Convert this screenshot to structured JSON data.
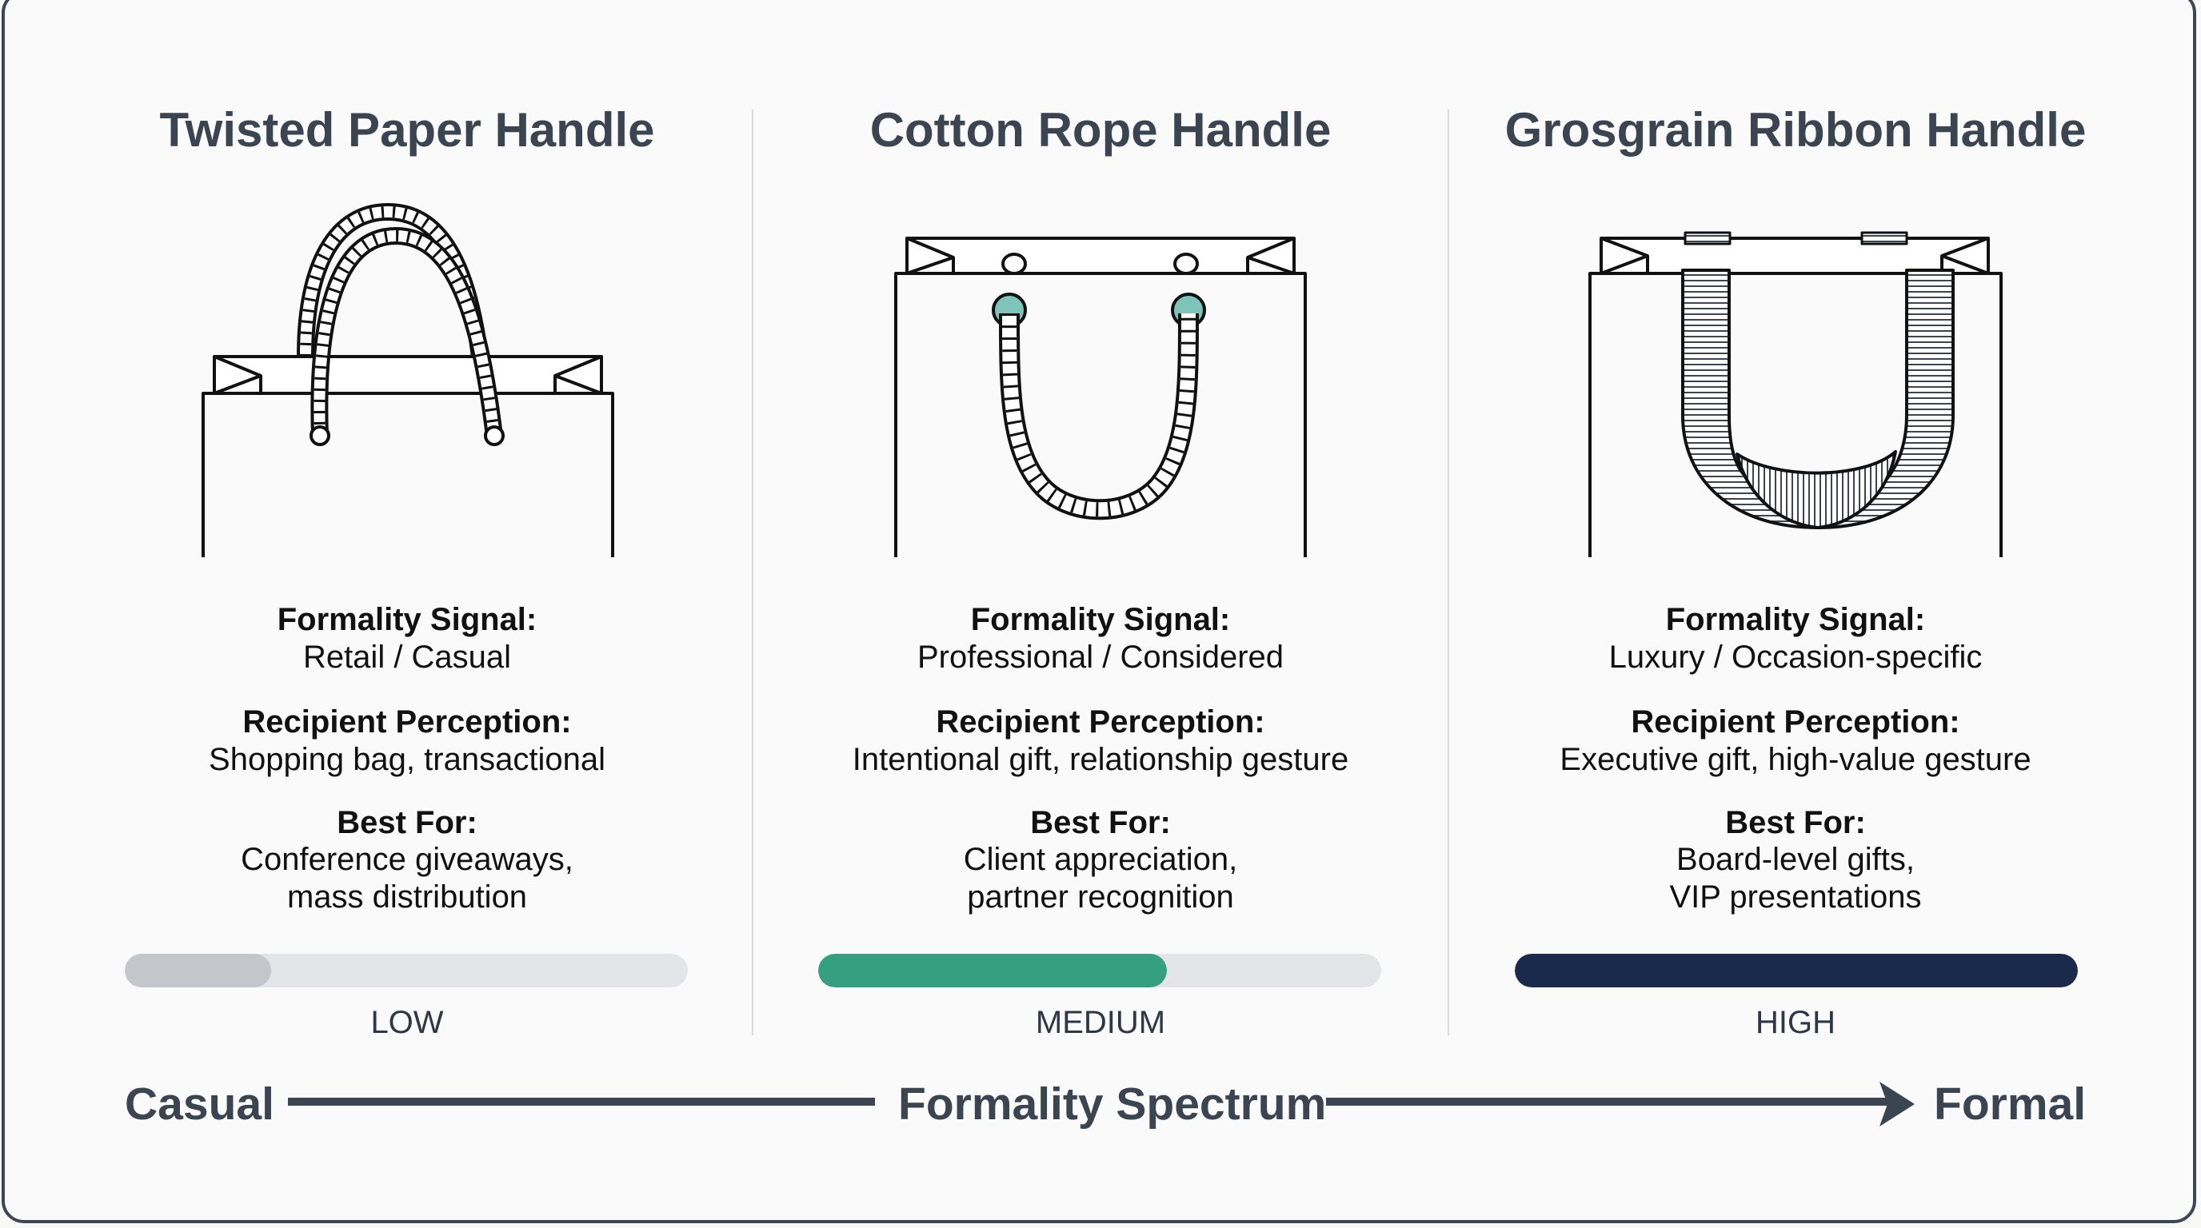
{
  "columns": [
    {
      "title": "Twisted Paper Handle",
      "icon": "twisted-paper-handle-bag-icon",
      "formality_signal_label": "Formality Signal:",
      "formality_signal_value": "Retail / Casual",
      "recipient_perception_label": "Recipient Perception:",
      "recipient_perception_value": "Shopping bag, transactional",
      "best_for_label": "Best For:",
      "best_for_line1": "Conference giveaways,",
      "best_for_line2": "mass distribution",
      "level": "LOW",
      "level_fill_pct": 26,
      "level_color": "#c3c7cc"
    },
    {
      "title": "Cotton Rope Handle",
      "icon": "cotton-rope-handle-bag-icon",
      "formality_signal_label": "Formality Signal:",
      "formality_signal_value": "Professional / Considered",
      "recipient_perception_label": "Recipient Perception:",
      "recipient_perception_value": "Intentional gift, relationship gesture",
      "best_for_label": "Best For:",
      "best_for_line1": "Client appreciation,",
      "best_for_line2": "partner recognition",
      "level": "MEDIUM",
      "level_fill_pct": 62,
      "level_color": "#35a07f"
    },
    {
      "title": "Grosgrain Ribbon Handle",
      "icon": "grosgrain-ribbon-handle-bag-icon",
      "formality_signal_label": "Formality Signal:",
      "formality_signal_value": "Luxury / Occasion-specific",
      "recipient_perception_label": "Recipient Perception:",
      "recipient_perception_value": "Executive gift, high-value gesture",
      "best_for_label": "Best For:",
      "best_for_line1": "Board-level gifts,",
      "best_for_line2": "VIP presentations",
      "level": "HIGH",
      "level_fill_pct": 100,
      "level_color": "#1a2a4a"
    }
  ],
  "spectrum": {
    "left_label": "Casual",
    "center_label": "Formality Spectrum",
    "right_label": "Formal",
    "arrow_icon": "arrow-right-icon"
  },
  "colors": {
    "title": "#3b4451",
    "eyelet_teal": "#7ec4bb",
    "track": "#e3e5e8"
  }
}
